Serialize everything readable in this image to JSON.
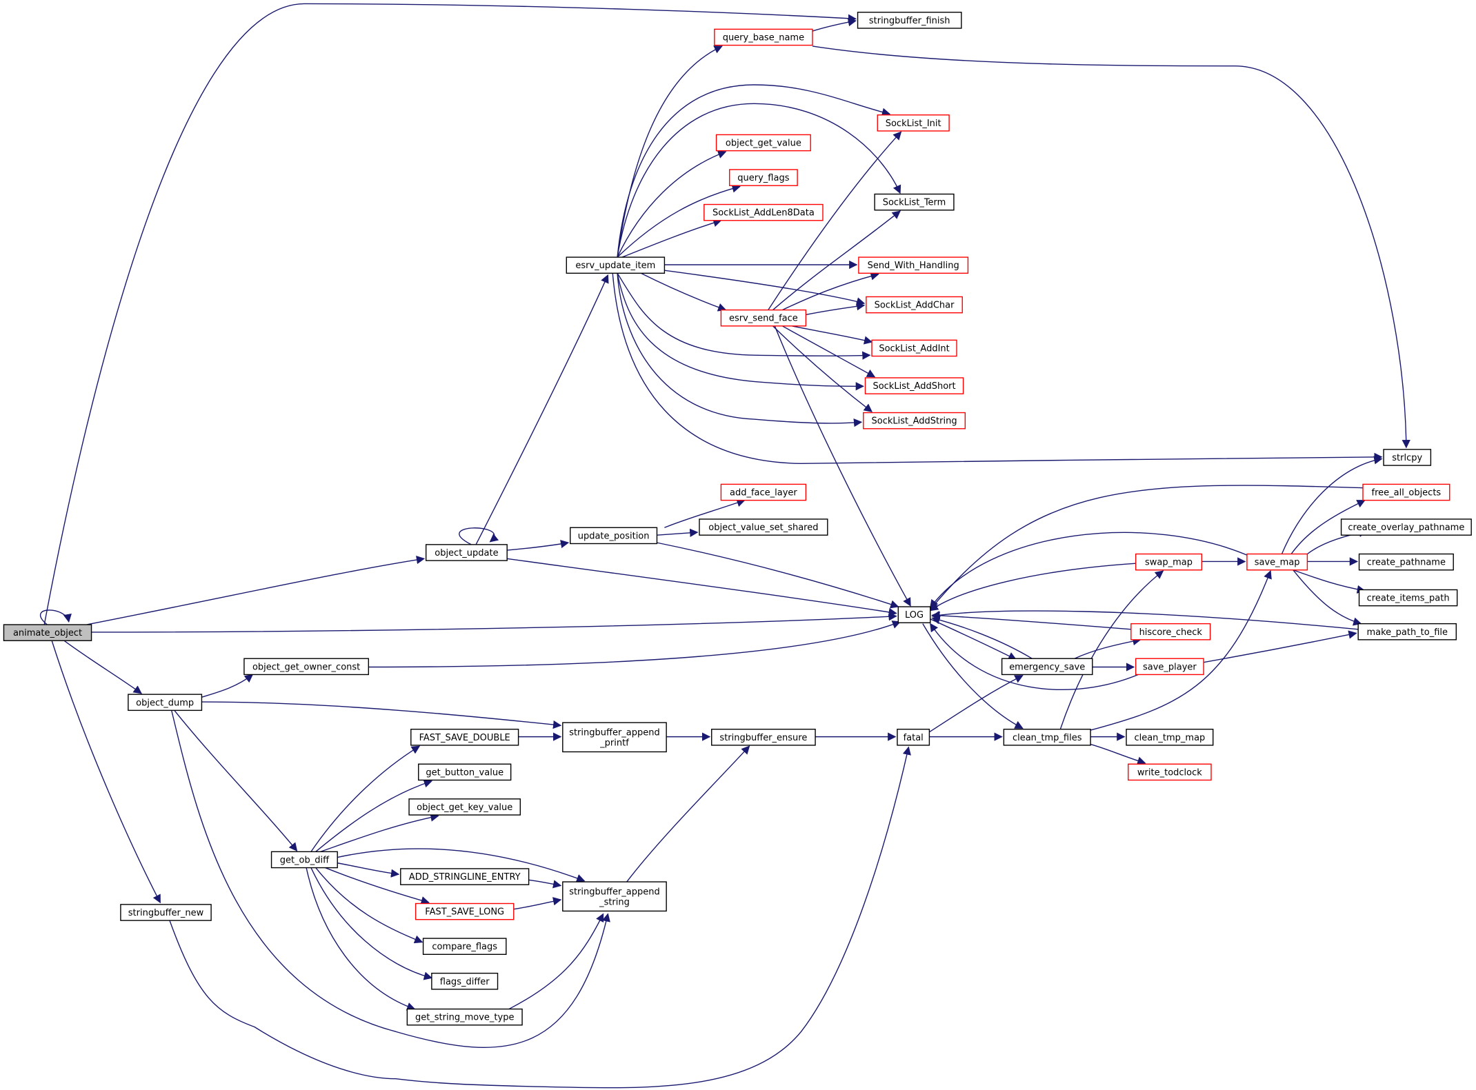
{
  "colors": {
    "edge": "#191970",
    "border_normal": "#000000",
    "border_red": "#ff0000",
    "focus_fill": "#bfbfbf",
    "node_fill": "#ffffff"
  },
  "nodes": {
    "animate_object": {
      "label": "animate_object",
      "style": "focus"
    },
    "stringbuffer_finish": {
      "label": "stringbuffer_finish",
      "style": "normal"
    },
    "query_base_name": {
      "label": "query_base_name",
      "style": "red"
    },
    "SockList_Init": {
      "label": "SockList_Init",
      "style": "red"
    },
    "object_get_value": {
      "label": "object_get_value",
      "style": "red"
    },
    "query_flags": {
      "label": "query_flags",
      "style": "red"
    },
    "SockList_Term": {
      "label": "SockList_Term",
      "style": "normal"
    },
    "SockList_AddLen8Data": {
      "label": "SockList_AddLen8Data",
      "style": "red"
    },
    "esrv_update_item": {
      "label": "esrv_update_item",
      "style": "normal"
    },
    "Send_With_Handling": {
      "label": "Send_With_Handling",
      "style": "red"
    },
    "SockList_AddChar": {
      "label": "SockList_AddChar",
      "style": "red"
    },
    "esrv_send_face": {
      "label": "esrv_send_face",
      "style": "red"
    },
    "SockList_AddInt": {
      "label": "SockList_AddInt",
      "style": "red"
    },
    "SockList_AddShort": {
      "label": "SockList_AddShort",
      "style": "red"
    },
    "SockList_AddString": {
      "label": "SockList_AddString",
      "style": "red"
    },
    "strlcpy": {
      "label": "strlcpy",
      "style": "normal"
    },
    "free_all_objects": {
      "label": "free_all_objects",
      "style": "red"
    },
    "add_face_layer": {
      "label": "add_face_layer",
      "style": "red"
    },
    "create_overlay_pathname": {
      "label": "create_overlay_pathname",
      "style": "normal"
    },
    "object_value_set_shared": {
      "label": "object_value_set_shared",
      "style": "normal"
    },
    "update_position": {
      "label": "update_position",
      "style": "normal"
    },
    "object_update": {
      "label": "object_update",
      "style": "normal"
    },
    "swap_map": {
      "label": "swap_map",
      "style": "red"
    },
    "save_map": {
      "label": "save_map",
      "style": "red"
    },
    "create_pathname": {
      "label": "create_pathname",
      "style": "normal"
    },
    "create_items_path": {
      "label": "create_items_path",
      "style": "normal"
    },
    "LOG": {
      "label": "LOG",
      "style": "normal"
    },
    "hiscore_check": {
      "label": "hiscore_check",
      "style": "red"
    },
    "make_path_to_file": {
      "label": "make_path_to_file",
      "style": "normal"
    },
    "object_get_owner_const": {
      "label": "object_get_owner_const",
      "style": "normal"
    },
    "emergency_save": {
      "label": "emergency_save",
      "style": "normal"
    },
    "save_player": {
      "label": "save_player",
      "style": "red"
    },
    "object_dump": {
      "label": "object_dump",
      "style": "normal"
    },
    "FAST_SAVE_DOUBLE": {
      "label": "FAST_SAVE_DOUBLE",
      "style": "normal"
    },
    "stringbuffer_append_printf": {
      "label": "stringbuffer_append\n_printf",
      "style": "normal"
    },
    "stringbuffer_ensure": {
      "label": "stringbuffer_ensure",
      "style": "normal"
    },
    "fatal": {
      "label": "fatal",
      "style": "normal"
    },
    "clean_tmp_files": {
      "label": "clean_tmp_files",
      "style": "normal"
    },
    "clean_tmp_map": {
      "label": "clean_tmp_map",
      "style": "normal"
    },
    "write_todclock": {
      "label": "write_todclock",
      "style": "red"
    },
    "get_button_value": {
      "label": "get_button_value",
      "style": "normal"
    },
    "object_get_key_value": {
      "label": "object_get_key_value",
      "style": "normal"
    },
    "get_ob_diff": {
      "label": "get_ob_diff",
      "style": "normal"
    },
    "ADD_STRINGLINE_ENTRY": {
      "label": "ADD_STRINGLINE_ENTRY",
      "style": "normal"
    },
    "stringbuffer_append_string": {
      "label": "stringbuffer_append\n_string",
      "style": "normal"
    },
    "FAST_SAVE_LONG": {
      "label": "FAST_SAVE_LONG",
      "style": "red"
    },
    "stringbuffer_new": {
      "label": "stringbuffer_new",
      "style": "normal"
    },
    "compare_flags": {
      "label": "compare_flags",
      "style": "normal"
    },
    "flags_differ": {
      "label": "flags_differ",
      "style": "normal"
    },
    "get_string_move_type": {
      "label": "get_string_move_type",
      "style": "normal"
    }
  }
}
